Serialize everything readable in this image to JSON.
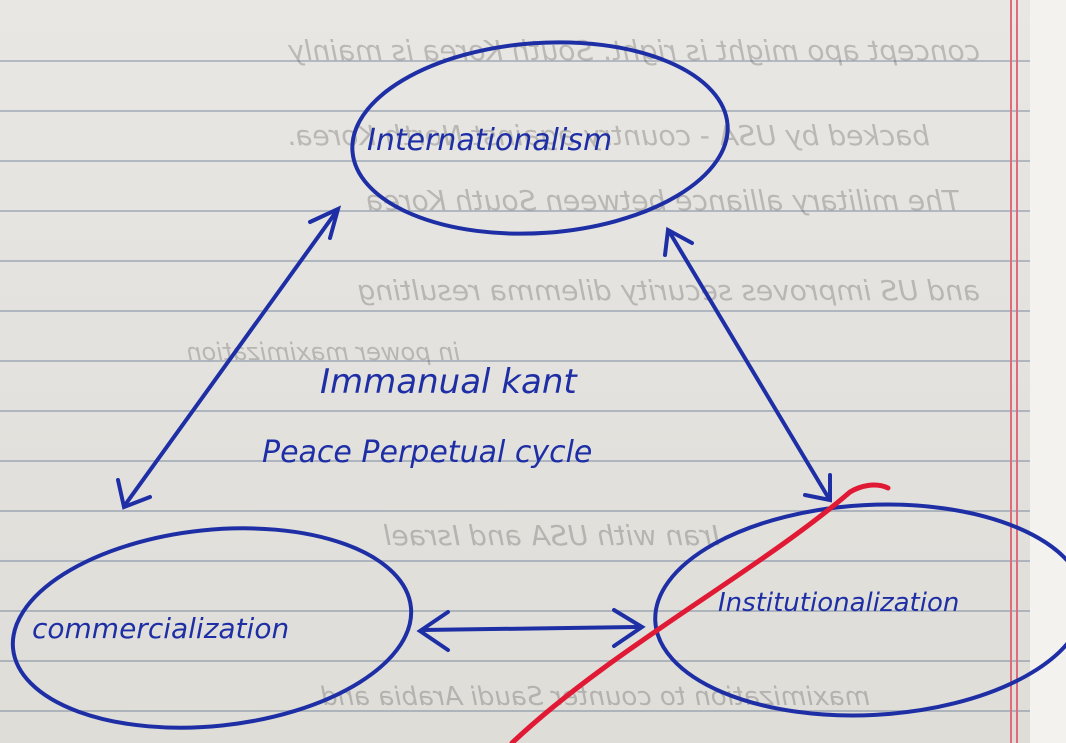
{
  "colors": {
    "paper": "#e6e4e0",
    "ink_blue": "#1e2fa6",
    "red_pen": "#e01a35",
    "margin_line": "#e06b7c"
  },
  "diagram": {
    "nodes": {
      "top": "Internationalism",
      "left": "commercialization",
      "right": "Institutionalization"
    },
    "center_title": "Immanual kant",
    "center_subtitle": "Peace Perpetual cycle"
  },
  "bleed_through": [
    "concept apo might is right. South Korea is mainly",
    "backed by USA - country against North Korea.",
    "The military alliance between South Korea",
    "and US improves security dilemma resulting",
    "in power maximization",
    "Iran with USA and Israel",
    "maximization to counter Saudi Arabia and"
  ]
}
